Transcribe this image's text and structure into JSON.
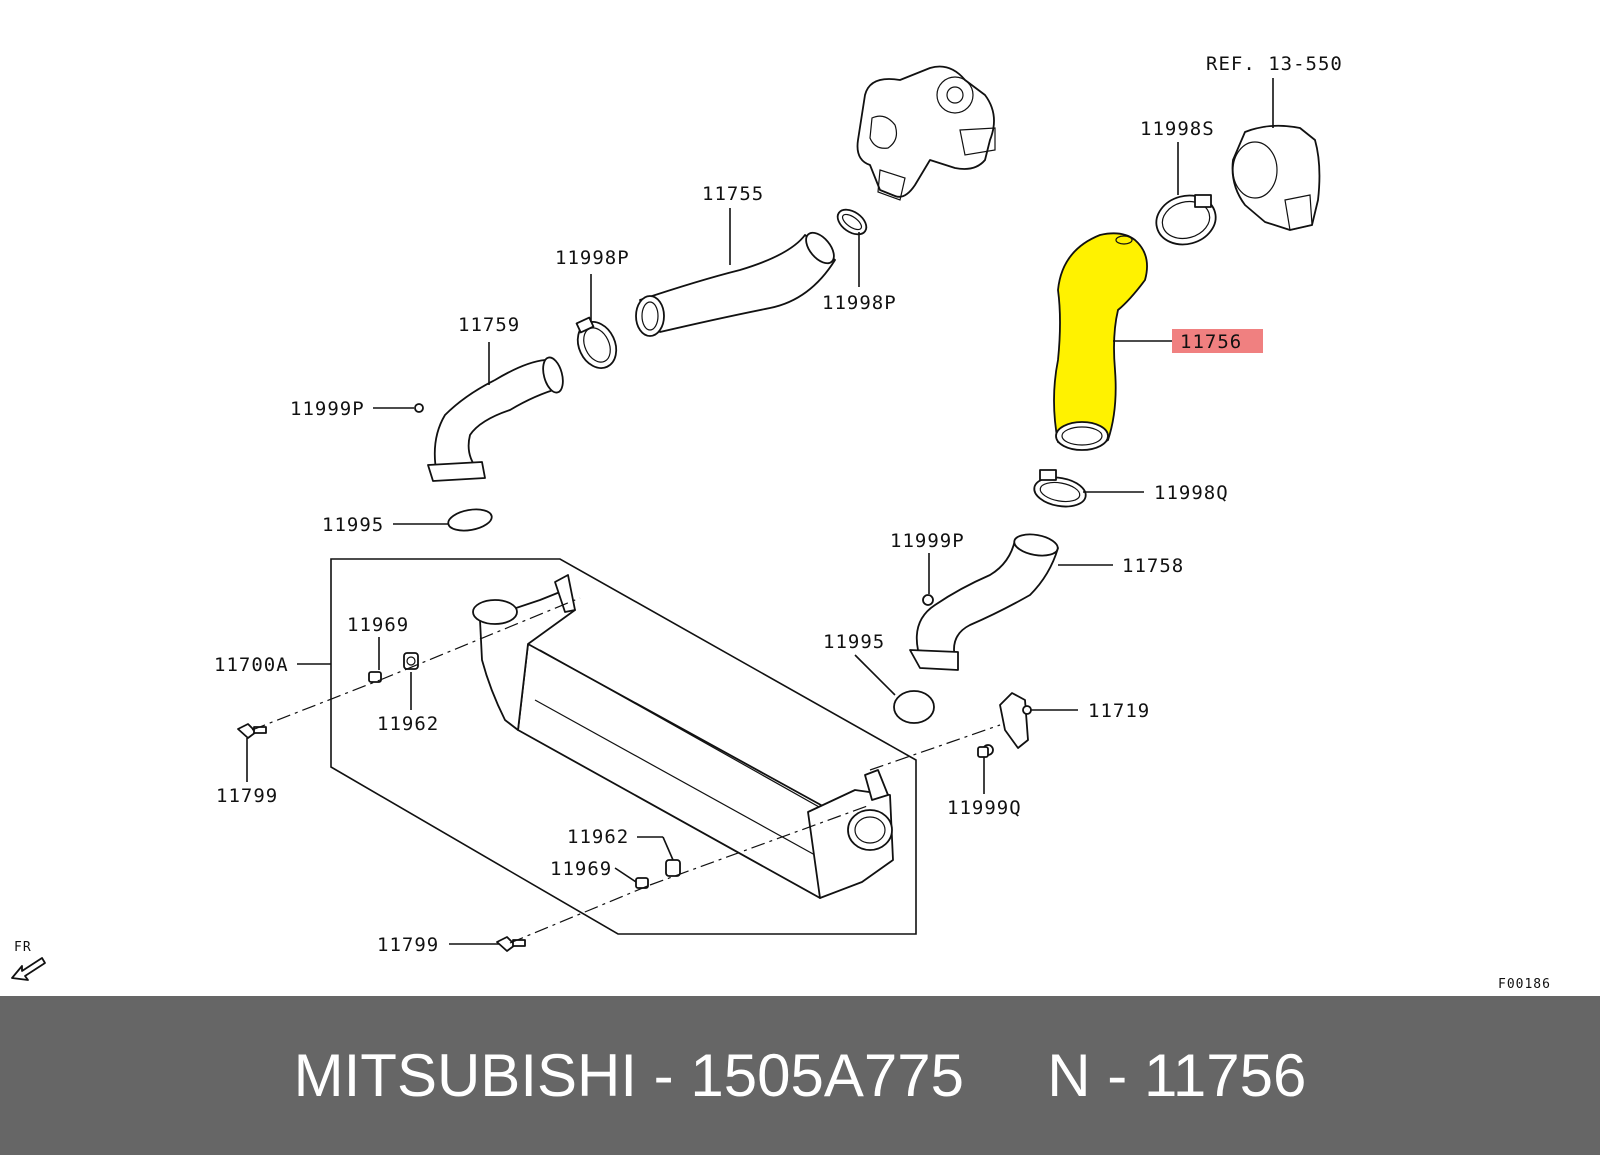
{
  "diagram": {
    "reference": "REF. 13-550",
    "figure_code": "F00186",
    "front_indicator": "FR",
    "highlight_color": "#f08080",
    "part_highlight_color": "#fff200",
    "callouts": {
      "c11755": "11755",
      "c11998P_a": "11998P",
      "c11998P_b": "11998P",
      "c11998S": "11998S",
      "c11756": "11756",
      "c11759": "11759",
      "c11999P_a": "11999P",
      "c11998Q": "11998Q",
      "c11995_a": "11995",
      "c11999P_b": "11999P",
      "c11758": "11758",
      "c11969_a": "11969",
      "c11700A": "11700A",
      "c11995_b": "11995",
      "c11962_a": "11962",
      "c11719": "11719",
      "c11799_a": "11799",
      "c11999Q": "11999Q",
      "c11962_b": "11962",
      "c11969_b": "11969",
      "c11799_b": "11799"
    }
  },
  "footer": {
    "text": "MITSUBISHI - 1505A775     N - 11756",
    "background": "#666666"
  }
}
